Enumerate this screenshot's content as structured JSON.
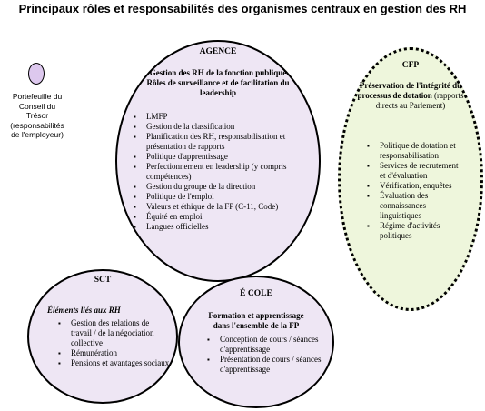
{
  "title": "Principaux rôles et responsabilités des organismes centraux en gestion des RH",
  "tresor": {
    "label_lines": [
      "Portefeuille du",
      "Conseil du",
      "Trésor",
      "(responsabilités",
      "de l'employeur)"
    ]
  },
  "agence": {
    "heading": "AGENCE",
    "subtitle_lines": [
      "Gestion des RH de la fonction publique",
      "Rôles de surveillance et de facilitation du",
      "leadership"
    ],
    "items": [
      "LMFP",
      "Gestion de la classification",
      "Planification des RH, responsabilisation et présentation de rapports",
      "Politique d'apprentissage",
      "Perfectionnement en leadership (y compris compétences)",
      "Gestion du groupe de la direction",
      "Politique de l'emploi",
      "Valeurs et éthique de la FP (C-11, Code)",
      "Équité en emploi",
      "Langues officielles"
    ]
  },
  "cfp": {
    "heading": "CFP",
    "subtitle_bold": "Préservation de l'intégrité du processus de dotation",
    "subtitle_normal": " (rapports directs au Parlement)",
    "items": [
      "Politique de dotation et responsabilisation",
      "Services de recrutement et d'évaluation",
      "Vérification, enquêtes",
      "Évaluation des connaissances linguistiques",
      "Régime d'activités politiques"
    ]
  },
  "sct": {
    "heading": "SCT",
    "subtitle": "Éléments liés aux RH",
    "items": [
      "Gestion des relations de travail / de la négociation collective",
      "Rémunération",
      "Pensions et avantages sociaux"
    ]
  },
  "ecole": {
    "heading": "É COLE",
    "subtitle_lines": [
      "Formation et apprentissage",
      "dans l'ensemble de la FP"
    ],
    "items": [
      "Conception de cours / séances d'apprentissage",
      "Présentation de cours / séances d'apprentissage"
    ]
  },
  "colors": {
    "purple_fill": "#eee6f4",
    "green_fill": "#eef6dc",
    "dot_fill": "#ddc8ee"
  }
}
